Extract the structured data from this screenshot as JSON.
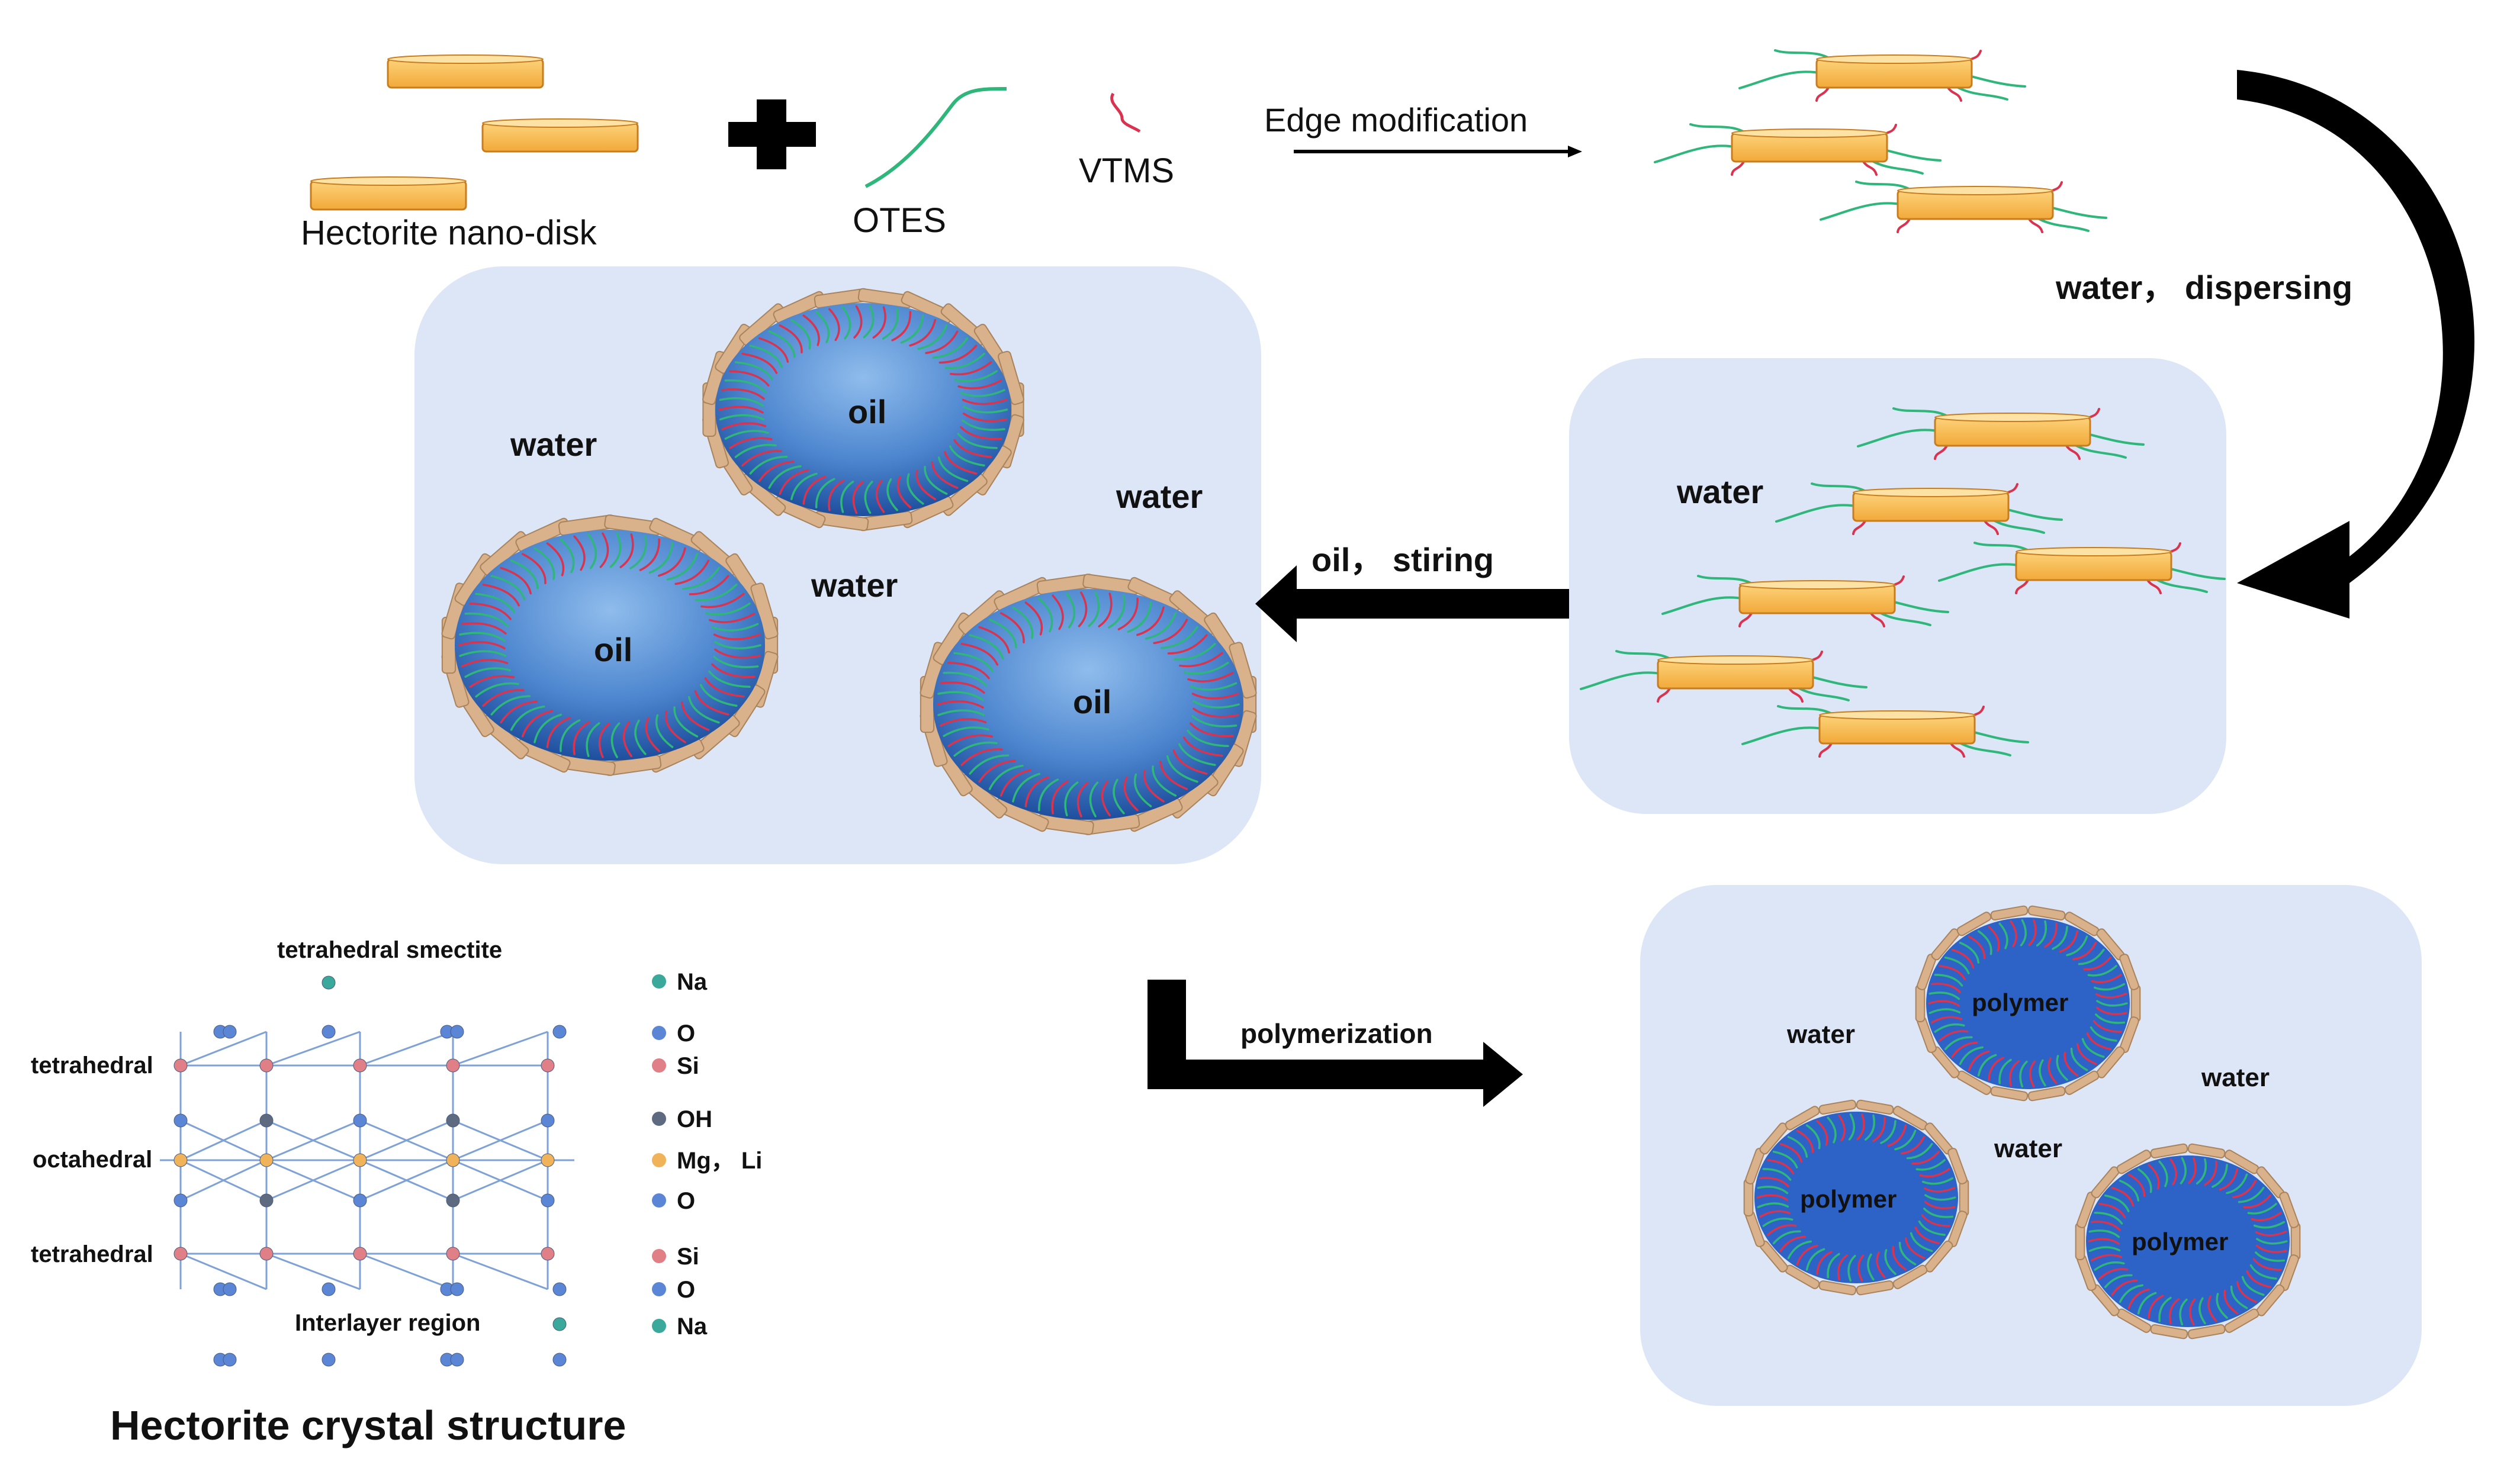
{
  "reactants": {
    "hectorite_label": "Hectorite nano-disk",
    "otes_label": "OTES",
    "vtms_label": "VTMS",
    "step1_label": "Edge modification"
  },
  "steps": {
    "water_dispersing": "water， dispersing",
    "oil_stiring": "oil， stiring",
    "polymerization": "polymerization"
  },
  "dispersion_box": {
    "water_label": "water"
  },
  "emulsion_box": {
    "water_labels": [
      "water",
      "water",
      "water"
    ],
    "oil_labels": [
      "oil",
      "oil",
      "oil"
    ]
  },
  "polymer_box": {
    "water_labels": [
      "water",
      "water",
      "water"
    ],
    "polymer_labels": [
      "polymer",
      "polymer",
      "polymer"
    ]
  },
  "crystal": {
    "title": "Hectorite crystal structure",
    "top_label": "tetrahedral smectite",
    "layers": [
      "tetrahedral",
      "octahedral",
      "tetrahedral"
    ],
    "interlayer_label": "Interlayer region",
    "legend": [
      {
        "symbol": "Na",
        "color": "#3aa89a"
      },
      {
        "symbol": "O",
        "color": "#5b86d6"
      },
      {
        "symbol": "Si",
        "color": "#e07f86"
      },
      {
        "symbol": "OH",
        "color": "#5d6a80"
      },
      {
        "symbol": "Mg， Li",
        "color": "#f0b35a"
      },
      {
        "symbol": "O",
        "color": "#5b86d6"
      },
      {
        "symbol": "Si",
        "color": "#e07f86"
      },
      {
        "symbol": "O",
        "color": "#5b86d6"
      },
      {
        "symbol": "Na",
        "color": "#3aa89a"
      }
    ]
  },
  "colors": {
    "disk_fill": "#f7b84f",
    "disk_stroke": "#c77d1f",
    "box_fill": "#dce6f7",
    "otes_chain": "#2fb67a",
    "vtms_chain": "#d9334f",
    "shell_plate": "#d9b28c",
    "oil_light": "#79a9e0",
    "oil_dark": "#2257a6",
    "polymer_core": "#2d63c6",
    "arrow": "#000000"
  }
}
